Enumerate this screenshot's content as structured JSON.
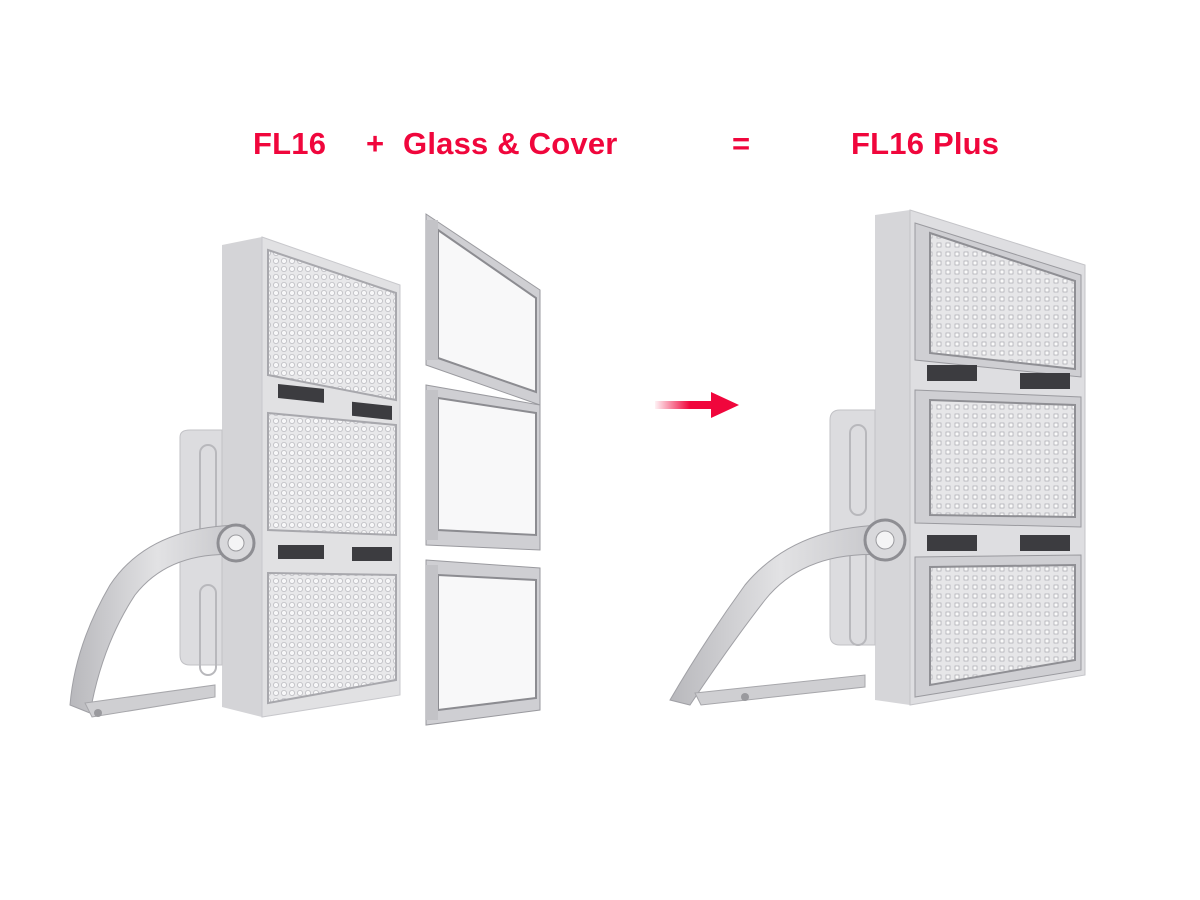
{
  "headline": {
    "base_product": "FL16",
    "plus_sign": "+",
    "addon": "Glass & Cover",
    "equals_sign": "=",
    "result_product": "FL16 Plus"
  },
  "colors": {
    "accent_red": "#f0063c",
    "housing_gray": "#d9d9db",
    "housing_shadow": "#b9b9bc",
    "heatsink_dark": "#3c3c40",
    "background": "#ffffff"
  },
  "figures": {
    "base": {
      "label": "FL16 floodlight with 3 LED modules, bracket and no glass covers",
      "modules": 3
    },
    "covers": {
      "label": "3 glass & cover frames (exploded)",
      "count": 3
    },
    "result": {
      "label": "FL16 Plus floodlight with glass & covers installed",
      "modules": 3
    }
  },
  "arrow": {
    "icon": "arrow-right-gradient-icon",
    "direction": "right"
  }
}
